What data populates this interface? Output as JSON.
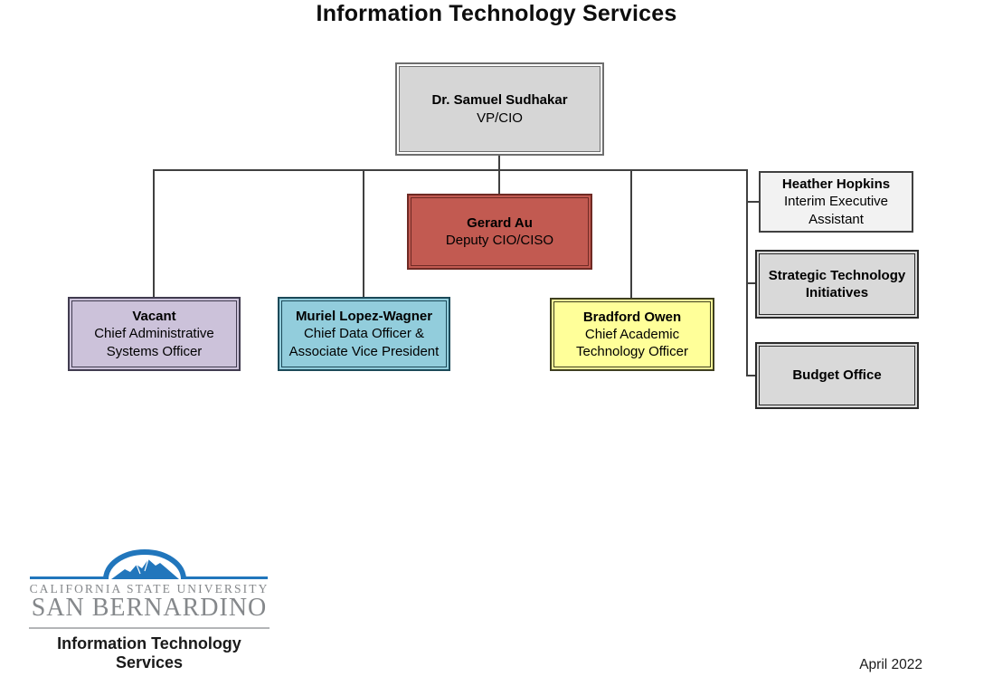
{
  "title": "Information Technology Services",
  "date_label": "April 2022",
  "connector_color": "#404040",
  "org": {
    "nodes": [
      {
        "name": "Dr. Samuel Sudhakar",
        "role": "VP/CIO",
        "fill": "#d6d6d6",
        "gap": "#ffffff",
        "border": "#6e6e6e"
      },
      {
        "name": "Gerard Au",
        "role": "Deputy CIO/CISO",
        "fill": "#c25a51",
        "gap": "#c25a51",
        "border": "#6f2a24"
      },
      {
        "name": "Vacant",
        "role": "Chief Administrative Systems Officer",
        "fill": "#ccc2da",
        "gap": "#ccc2da",
        "border": "#413c50"
      },
      {
        "name": "Muriel Lopez-Wagner",
        "role": "Chief Data Officer & Associate Vice President",
        "fill": "#92cddc",
        "gap": "#92cddc",
        "border": "#1c4a59"
      },
      {
        "name": "Bradford Owen",
        "role": "Chief Academic Technology Officer",
        "fill": "#ffff99",
        "gap": "#ffff99",
        "border": "#3f3f20"
      },
      {
        "name": "Heather Hopkins",
        "role": "Interim Executive Assistant",
        "fill": "#f2f2f2",
        "gap": "#f2f2f2",
        "border": "#404040"
      },
      {
        "name": "Strategic Technology Initiatives",
        "role": "",
        "fill": "#d9d9d9",
        "gap": "#d9d9d9",
        "border": "#2b2b2b"
      },
      {
        "name": "Budget Office",
        "role": "",
        "fill": "#d9d9d9",
        "gap": "#d9d9d9",
        "border": "#2b2b2b"
      }
    ]
  },
  "logo": {
    "university_line1": "CALIFORNIA STATE UNIVERSITY",
    "university_line2": "SAN BERNARDINO",
    "department_line1": "Information Technology",
    "department_line2": "Services",
    "brand_blue": "#2176bc",
    "brand_gray": "#85888b"
  }
}
